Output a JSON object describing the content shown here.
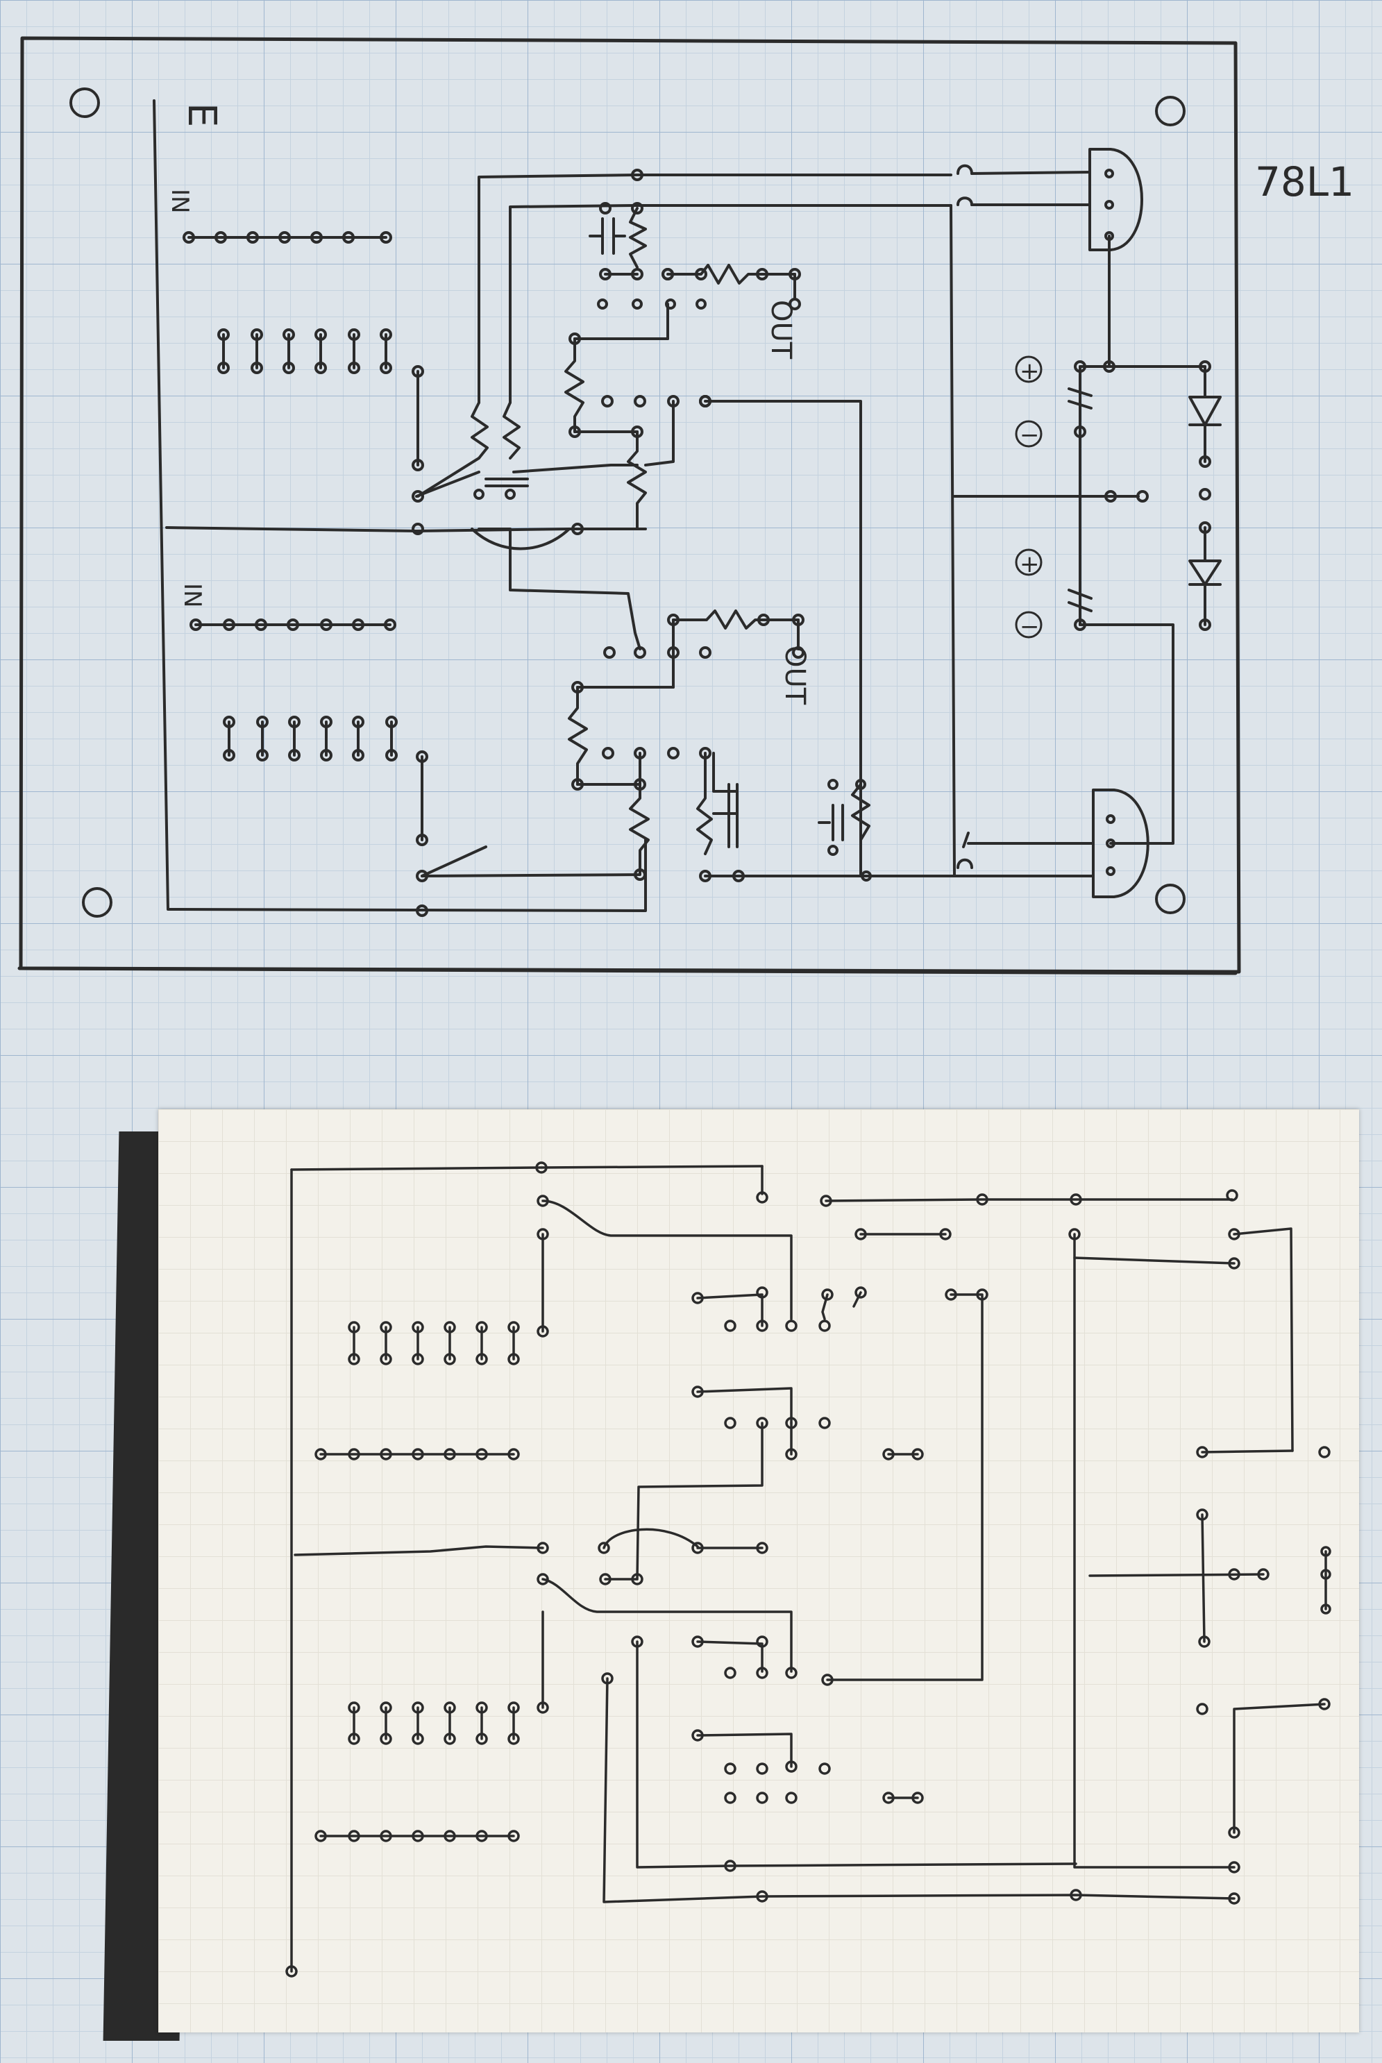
{
  "labels": {
    "regulator_part": "78L1",
    "ground_label": "E",
    "input_top": "IN",
    "input_bottom": "IN",
    "output_top": "OUT",
    "output_bottom": "OUT",
    "plus_1": "+",
    "minus_1": "−",
    "plus_2": "+",
    "minus_2": "−"
  },
  "colors": {
    "pencil": "#2b2b2b",
    "grid_major": "#9fb6cf",
    "grid_minor": "#c4d2df",
    "paper": "#f3f1ea"
  }
}
